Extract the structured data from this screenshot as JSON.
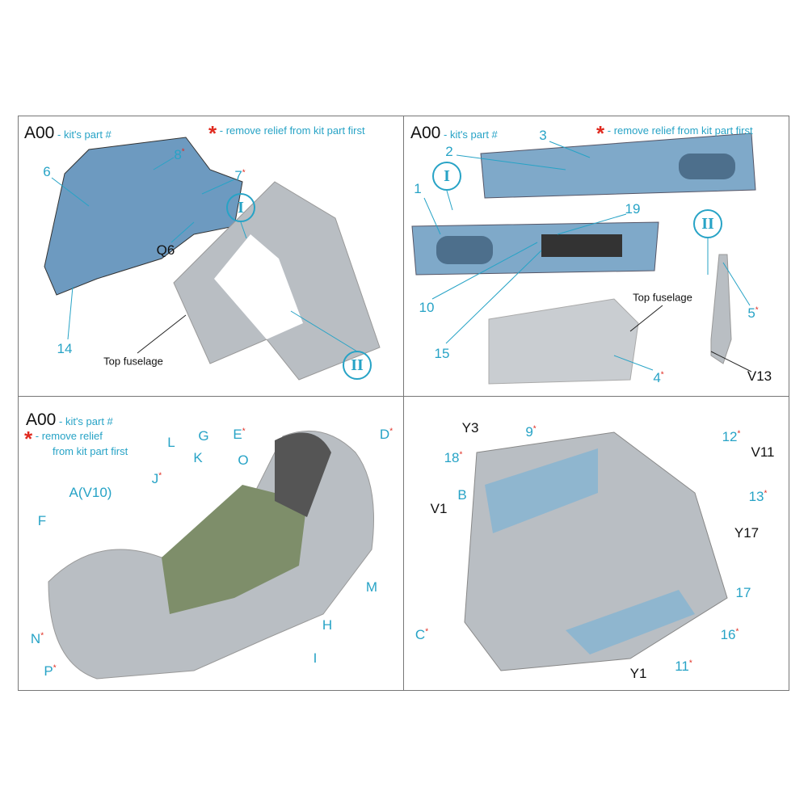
{
  "legend": {
    "code": "A00",
    "code_text": "- kit's part #",
    "star": "*",
    "star_text": "- remove relief from kit part first",
    "star_text_l1": "- remove relief",
    "star_text_l2": "from kit part first"
  },
  "panels": [
    {
      "labels": [
        {
          "t": "6"
        },
        {
          "t": "8",
          "s": true
        },
        {
          "t": "7",
          "s": true
        },
        {
          "t": "Q6",
          "dark": true
        },
        {
          "t": "14"
        },
        {
          "t": "Top fuselage",
          "small": true
        }
      ],
      "circles": [
        "I",
        "II"
      ]
    },
    {
      "labels": [
        {
          "t": "2"
        },
        {
          "t": "3"
        },
        {
          "t": "1"
        },
        {
          "t": "19"
        },
        {
          "t": "10"
        },
        {
          "t": "15"
        },
        {
          "t": "Top fuselage",
          "small": true
        },
        {
          "t": "5",
          "s": true
        },
        {
          "t": "4",
          "s": true
        },
        {
          "t": "V13",
          "dark": true
        }
      ],
      "circles": [
        "I",
        "II"
      ]
    },
    {
      "labels": [
        {
          "t": "L"
        },
        {
          "t": "G"
        },
        {
          "t": "E",
          "s": true
        },
        {
          "t": "D",
          "s": true
        },
        {
          "t": "K"
        },
        {
          "t": "O"
        },
        {
          "t": "J",
          "s": true
        },
        {
          "t": "A(V10)"
        },
        {
          "t": "F"
        },
        {
          "t": "M"
        },
        {
          "t": "H"
        },
        {
          "t": "N",
          "s": true
        },
        {
          "t": "I"
        },
        {
          "t": "P",
          "s": true
        }
      ],
      "circles": []
    },
    {
      "labels": [
        {
          "t": "Y3",
          "dark": true
        },
        {
          "t": "9",
          "s": true
        },
        {
          "t": "12",
          "s": true
        },
        {
          "t": "V11",
          "dark": true
        },
        {
          "t": "18",
          "s": true
        },
        {
          "t": "V1",
          "dark": true
        },
        {
          "t": "B"
        },
        {
          "t": "13",
          "s": true
        },
        {
          "t": "Y17",
          "dark": true
        },
        {
          "t": "17"
        },
        {
          "t": "C",
          "s": true
        },
        {
          "t": "16",
          "s": true
        },
        {
          "t": "11",
          "s": true
        },
        {
          "t": "Y1",
          "dark": true
        }
      ],
      "circles": []
    }
  ],
  "colors": {
    "accent": "#27a3c6",
    "star": "#e02a1f",
    "part_gray": "#b9bec3",
    "panel_blue": "#7fa9c9"
  }
}
